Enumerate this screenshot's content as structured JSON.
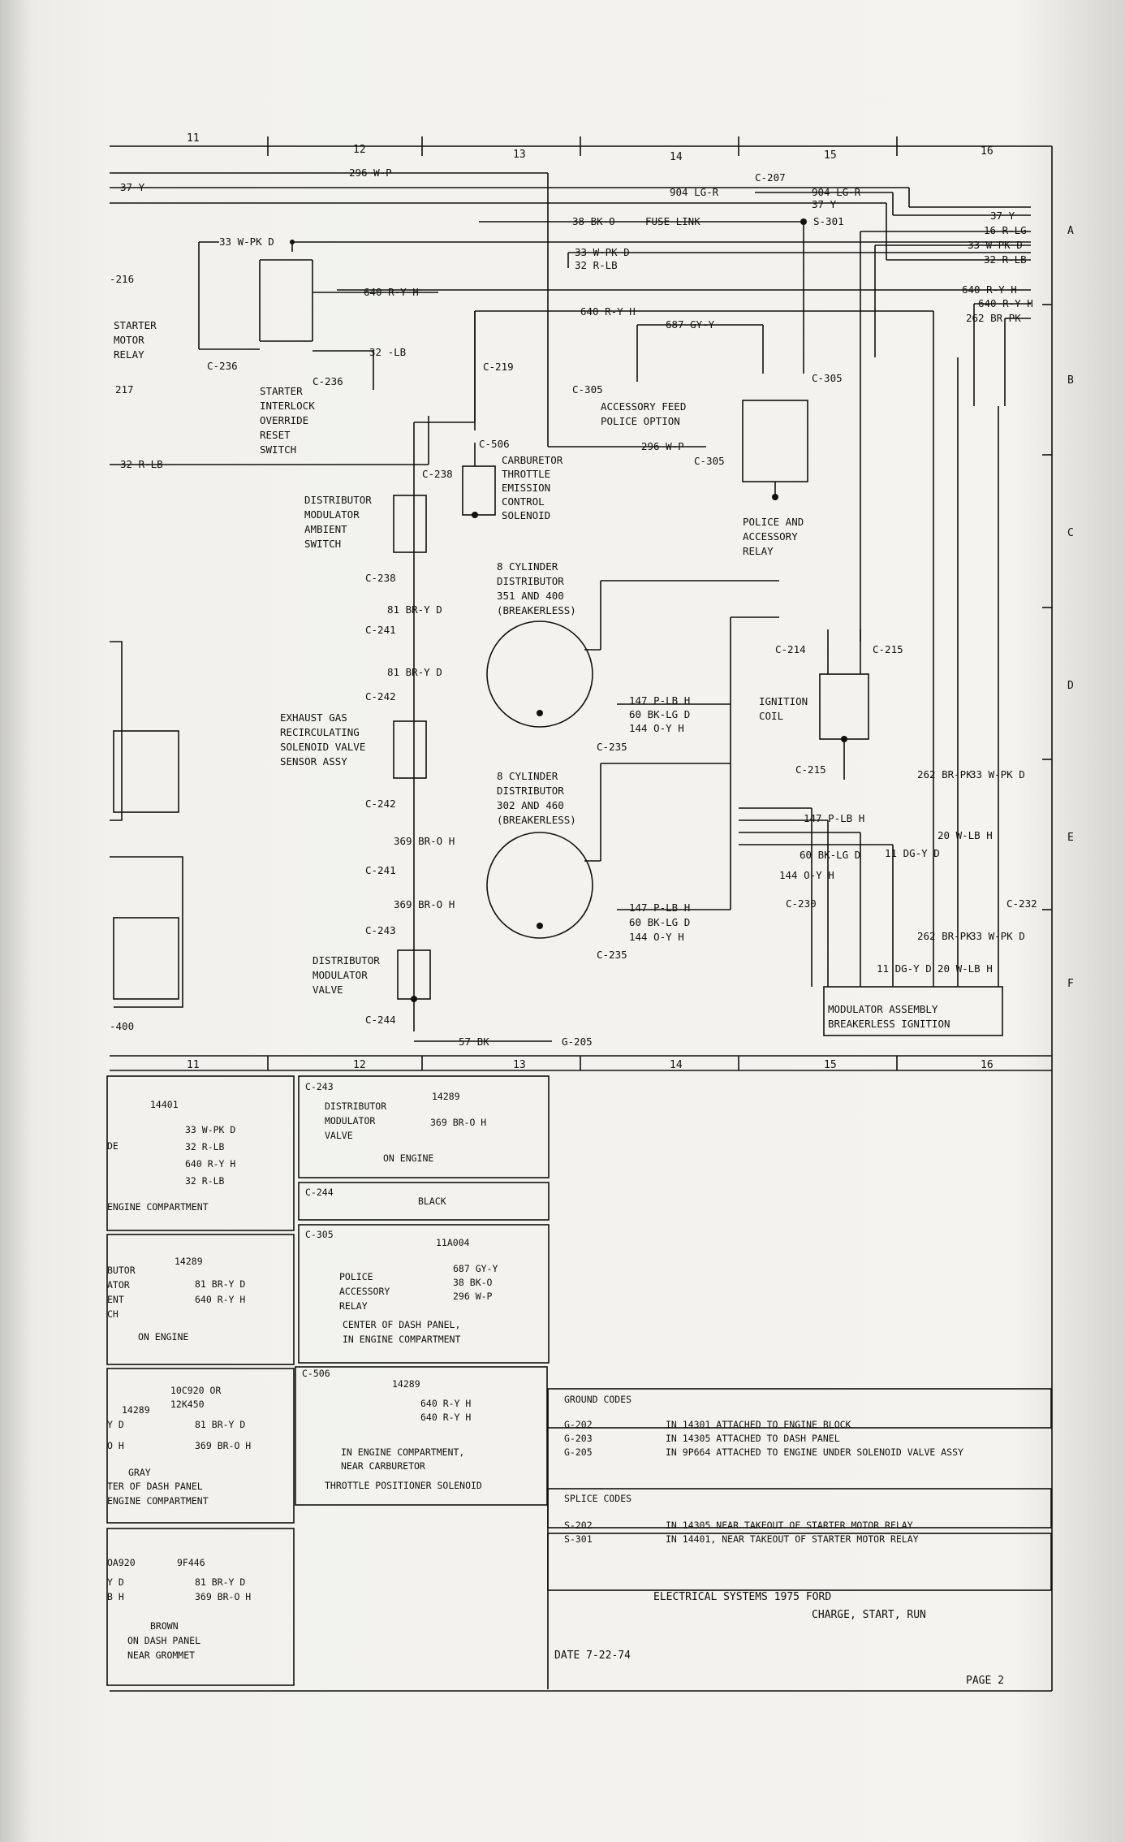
{
  "grid": {
    "columns": [
      "11",
      "12",
      "13",
      "14",
      "15",
      "16"
    ],
    "rows": [
      "A",
      "B",
      "C",
      "D",
      "E",
      "F"
    ]
  },
  "wires": {
    "w296wp": "296 W-P",
    "w37y": "37 Y",
    "w904": "904 LG-R",
    "w38": "38 BK-O",
    "fuse_link": "FUSE LINK",
    "w33": "33 W-PK D",
    "w32": "32 R-LB",
    "w640": "640 R-Y H",
    "w687": "687 GY-Y",
    "w16": "16 R-LG",
    "w262": "262 BR-PK",
    "w20": "20 W-LB H",
    "w81": "81 BR-Y D",
    "w369": "369 BR-O H",
    "w147": "147 P-LB H",
    "w60": "60 BK-LG D",
    "w144": "144 O-Y H",
    "w11": "11 DG-Y D",
    "w57": "57 BK",
    "w32_lb": "32 -LB",
    "w216": "-216",
    "w217": "217",
    "w400": "-400",
    "s301": "S-301"
  },
  "connectors": {
    "c207": "C-207",
    "c236": "C-236",
    "c219": "C-219",
    "c305": "C-305",
    "c506": "C-506",
    "c238": "C-238",
    "c241": "C-241",
    "c242": "C-242",
    "c243": "C-243",
    "c244": "C-244",
    "c235": "C-235",
    "c214": "C-214",
    "c215": "C-215",
    "c230": "C-230",
    "c232": "C-232",
    "g205": "G-205"
  },
  "components": {
    "starter_relay": [
      "STARTER",
      "MOTOR",
      "RELAY"
    ],
    "interlock": [
      "STARTER",
      "INTERLOCK",
      "OVERRIDE",
      "RESET",
      "SWITCH"
    ],
    "carb": [
      "CARBURETOR",
      "THROTTLE",
      "EMISSION",
      "CONTROL",
      "SOLENOID"
    ],
    "acc_feed": [
      "ACCESSORY FEED",
      "POLICE OPTION"
    ],
    "police_relay": [
      "POLICE AND",
      "ACCESSORY",
      "RELAY"
    ],
    "dist_switch": [
      "DISTRIBUTOR",
      "MODULATOR",
      "AMBIENT",
      "SWITCH"
    ],
    "dist1": [
      "8 CYLINDER",
      "DISTRIBUTOR",
      "351 AND 400",
      "(BREAKERLESS)"
    ],
    "dist2": [
      "8 CYLINDER",
      "DISTRIBUTOR",
      "302 AND 460",
      "(BREAKERLESS)"
    ],
    "egr": [
      "EXHAUST GAS",
      "RECIRCULATING",
      "SOLENOID VALVE",
      "SENSOR ASSY"
    ],
    "dmv": [
      "DISTRIBUTOR",
      "MODULATOR",
      "VALVE"
    ],
    "ign_coil": [
      "IGNITION",
      "COIL"
    ],
    "modulator": [
      "MODULATOR ASSEMBLY",
      "BREAKERLESS IGNITION"
    ]
  },
  "legend": {
    "box1": {
      "id": "14401",
      "side": "DE",
      "lines": [
        "33 W-PK D",
        "32 R-LB",
        "640 R-Y H",
        "32 R-LB"
      ],
      "caption": "ENGINE COMPARTMENT"
    },
    "box2": {
      "id": "14289",
      "left": [
        "BUTOR",
        "ATOR",
        "ENT",
        "CH"
      ],
      "lines": [
        "81 BR-Y D",
        "640 R-Y H"
      ],
      "caption": "ON ENGINE"
    },
    "box3": {
      "id1": "10C920 OR",
      "id2": "12K450",
      "id3": "14289",
      "left": [
        "Y D",
        "O H"
      ],
      "lines": [
        "81 BR-Y D",
        "369 BR-O H"
      ],
      "gray": "GRAY",
      "caption": [
        "TER OF DASH PANEL",
        "ENGINE COMPARTMENT"
      ]
    },
    "box4": {
      "id1": "OA920",
      "id2": "9F446",
      "left": [
        "Y D",
        "B H"
      ],
      "lines": [
        "81 BR-Y D",
        "369 BR-O H"
      ],
      "brown": "BROWN",
      "caption": [
        "ON DASH PANEL",
        "NEAR GROMMET"
      ]
    },
    "c243": {
      "code": "C-243",
      "id": "14289",
      "name": [
        "DISTRIBUTOR",
        "MODULATOR",
        "VALVE"
      ],
      "line": "369 BR-O H",
      "caption": "ON ENGINE"
    },
    "c244": {
      "code": "C-244",
      "text": "BLACK"
    },
    "c305": {
      "code": "C-305",
      "id": "11A004",
      "name": [
        "POLICE",
        "ACCESSORY",
        "RELAY"
      ],
      "lines": [
        "687 GY-Y",
        "38 BK-O",
        "296 W-P"
      ],
      "caption": [
        "CENTER OF DASH PANEL,",
        "IN ENGINE COMPARTMENT"
      ]
    },
    "c506": {
      "code": "C-506",
      "id": "14289",
      "lines": [
        "640 R-Y H",
        "640 R-Y H"
      ],
      "caption": [
        "IN ENGINE COMPARTMENT,",
        "NEAR CARBURETOR"
      ],
      "note": "THROTTLE POSITIONER SOLENOID"
    }
  },
  "codes": {
    "ground_title": "GROUND CODES",
    "ground": [
      {
        "code": "G-202",
        "text": "IN 14301 ATTACHED TO ENGINE BLOCK"
      },
      {
        "code": "G-203",
        "text": "IN 14305 ATTACHED TO DASH PANEL"
      },
      {
        "code": "G-205",
        "text": "IN 9P664 ATTACHED TO ENGINE UNDER SOLENOID VALVE ASSY"
      }
    ],
    "splice_title": "SPLICE CODES",
    "splice": [
      {
        "code": "S-202",
        "text": "IN 14305 NEAR TAKEOUT OF STARTER MOTOR RELAY"
      },
      {
        "code": "S-301",
        "text": "IN 14401, NEAR TAKEOUT OF STARTER MOTOR RELAY"
      }
    ]
  },
  "title_block": {
    "title": "ELECTRICAL SYSTEMS 1975 FORD",
    "subtitle": "CHARGE, START, RUN",
    "date": "DATE 7-22-74",
    "page": "PAGE 2"
  }
}
